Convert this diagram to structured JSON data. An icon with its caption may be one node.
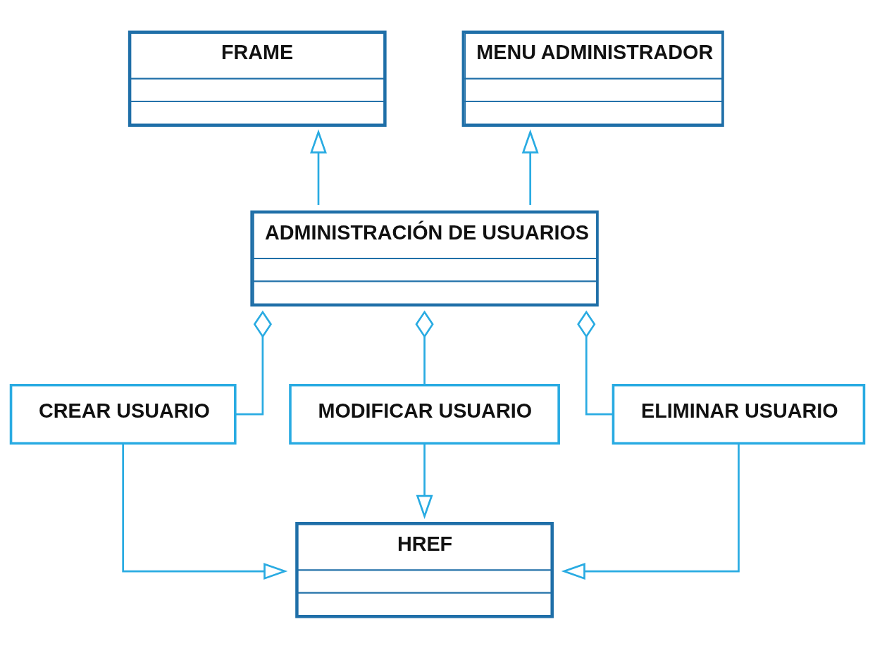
{
  "diagram": {
    "nodes": [
      {
        "text": [
          "FRAME"
        ]
      },
      {
        "text": [
          "MENU ADMINISTRADOR"
        ]
      },
      {
        "text": [
          "ADMINISTRACIÓN DE USUARIOS"
        ]
      },
      {
        "text": [
          "CREAR USUARIO"
        ]
      },
      {
        "text": [
          "MODIFICAR USUARIO"
        ]
      },
      {
        "text": [
          "ELIMINAR USUARIO"
        ]
      },
      {
        "text": [
          "HREF"
        ]
      }
    ],
    "edges": [
      {
        "from": 2,
        "to": 0,
        "arrow": "to"
      },
      {
        "from": 2,
        "to": 1,
        "arrow": "to"
      },
      {
        "from": 3,
        "to": 2,
        "arrow": "other"
      },
      {
        "from": 4,
        "to": 2,
        "arrow": "other"
      },
      {
        "from": 5,
        "to": 2,
        "arrow": "other"
      },
      {
        "from": 3,
        "to": 6,
        "arrow": "to"
      },
      {
        "from": 4,
        "to": 6,
        "arrow": "to"
      },
      {
        "from": 5,
        "to": 6,
        "arrow": "to"
      }
    ]
  }
}
